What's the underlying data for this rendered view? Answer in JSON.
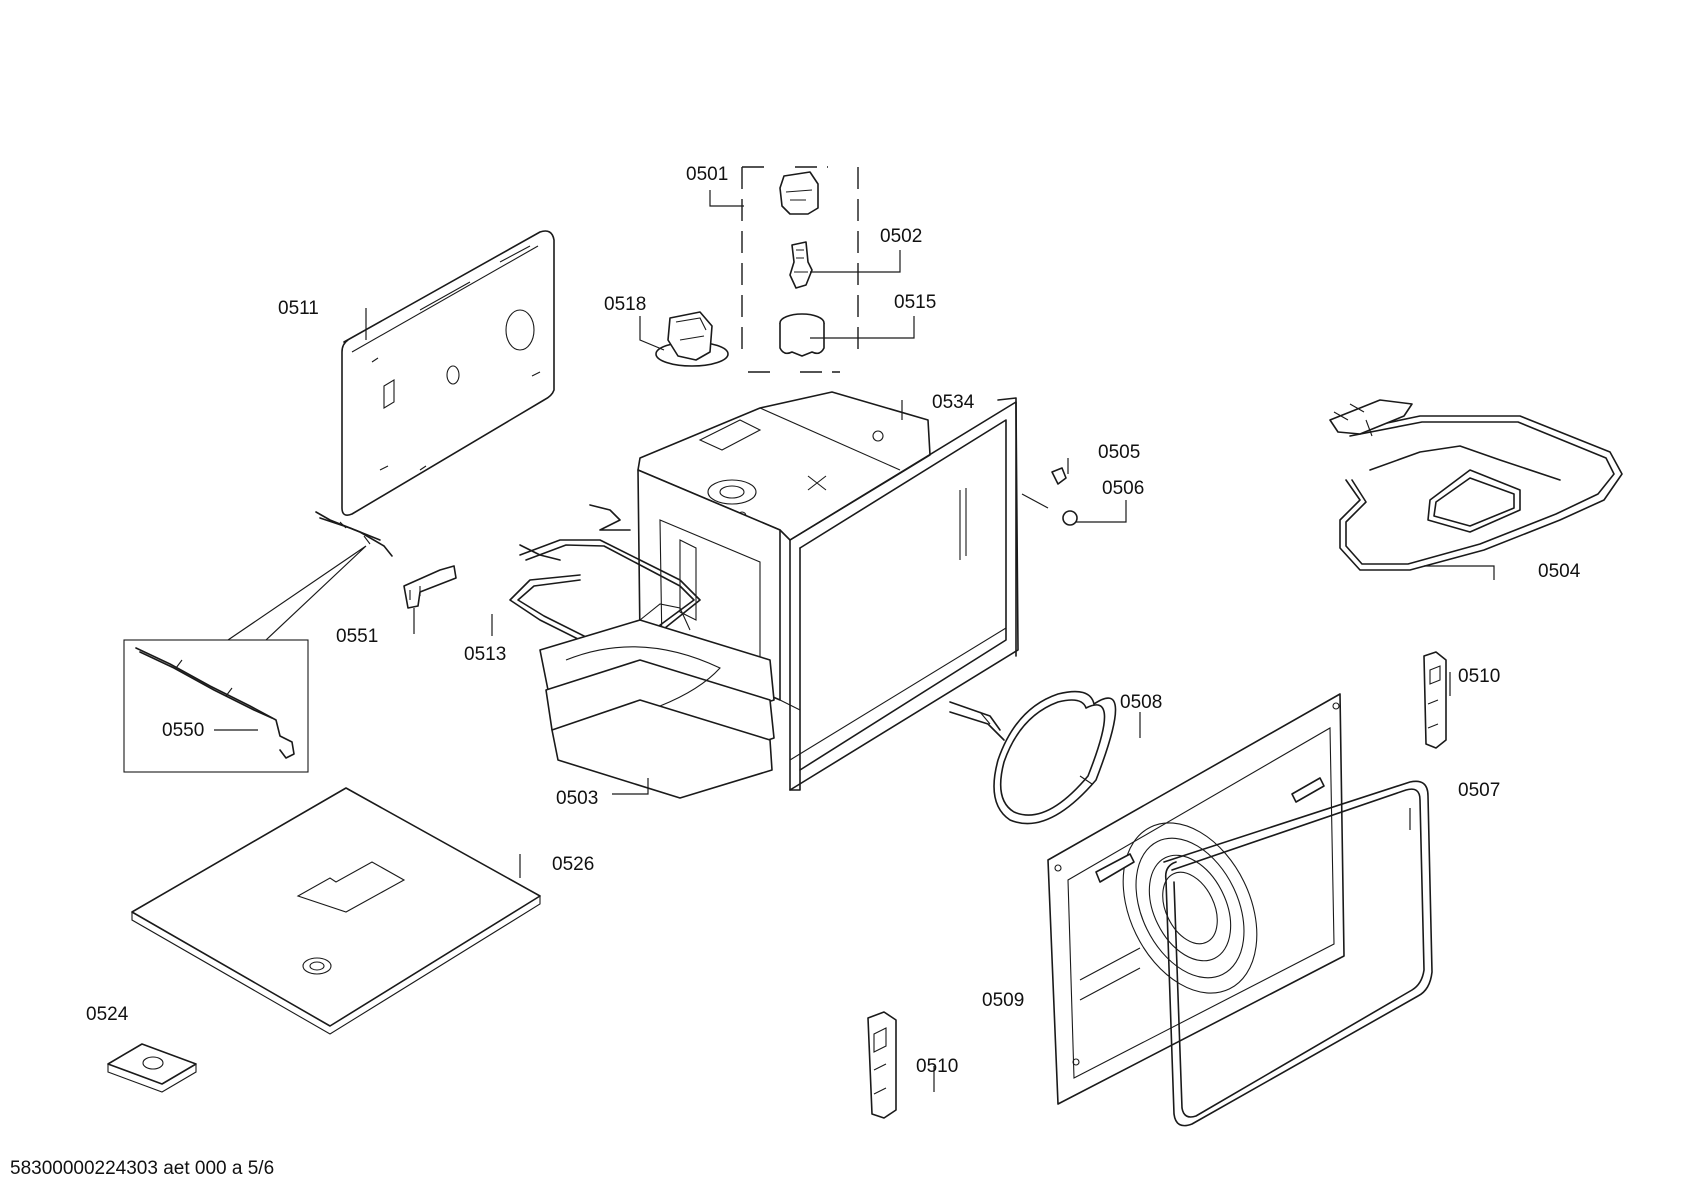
{
  "footer": "58300000224303 aet 000 a 5/6",
  "labels": {
    "p0501": "0501",
    "p0502": "0502",
    "p0503": "0503",
    "p0504": "0504",
    "p0505": "0505",
    "p0506": "0506",
    "p0507": "0507",
    "p0508": "0508",
    "p0509": "0509",
    "p0510a": "0510",
    "p0510b": "0510",
    "p0511": "0511",
    "p0513": "0513",
    "p0515": "0515",
    "p0518": "0518",
    "p0524": "0524",
    "p0526": "0526",
    "p0534": "0534",
    "p0550": "0550",
    "p0551": "0551"
  }
}
